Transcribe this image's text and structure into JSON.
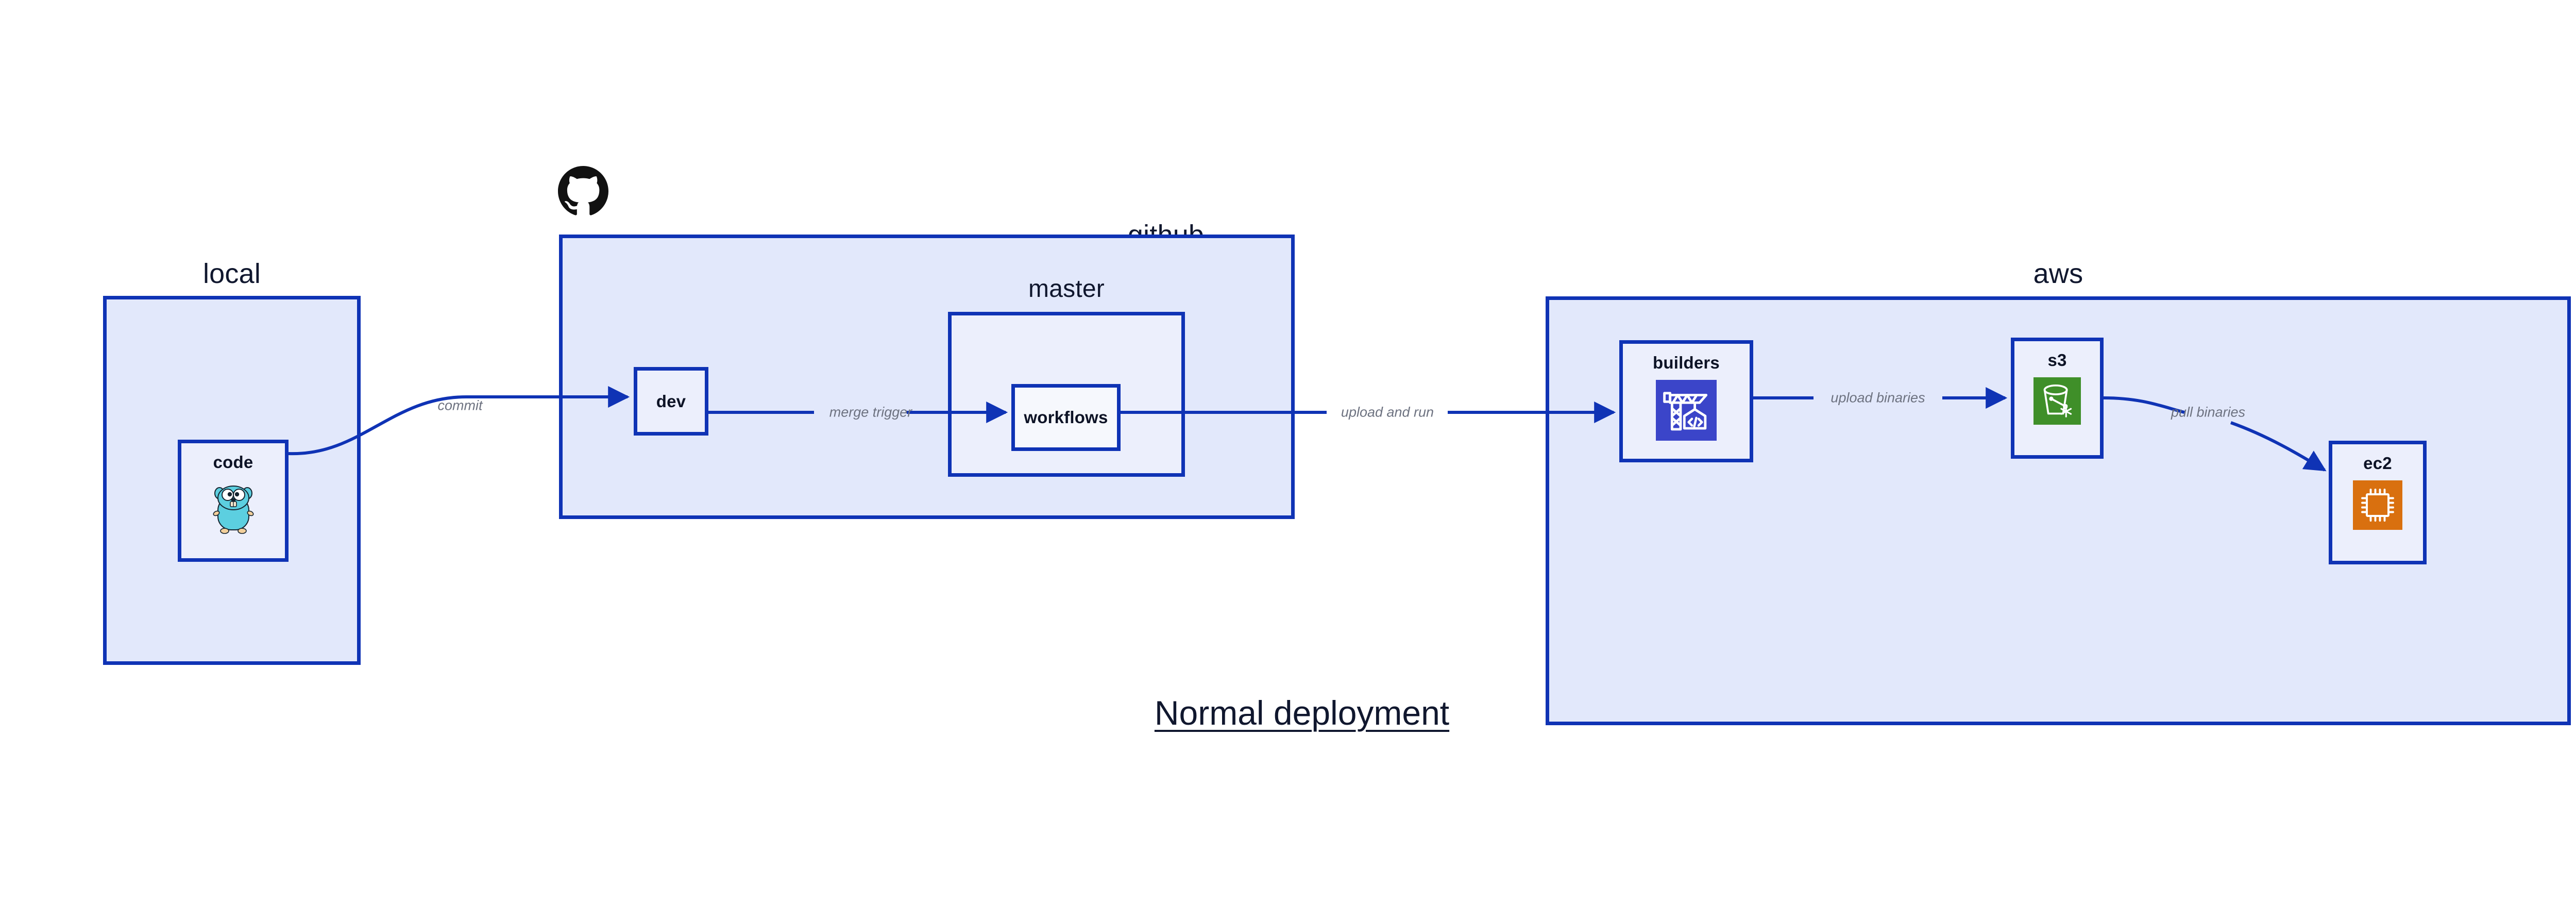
{
  "diagram": {
    "title": "Normal deployment",
    "colors": {
      "group_fill": "#e2e8fb",
      "node_fill": "#eceffc",
      "stroke": "#0f33b5",
      "text": "#10172e",
      "edge_label": "#6d7280",
      "builders_icon_bg": "#3b45c9",
      "s3_icon_bg": "#3f8f29",
      "ec2_icon_bg": "#d9700f",
      "gopher_body": "#5ccfe0",
      "github_logo": "#111111"
    }
  },
  "groups": {
    "local": {
      "label": "local"
    },
    "github": {
      "label": "github"
    },
    "master": {
      "label": "master"
    },
    "aws": {
      "label": "aws"
    }
  },
  "nodes": {
    "code": {
      "label": "code",
      "icon": "go-gopher-icon"
    },
    "dev": {
      "label": "dev"
    },
    "workflows": {
      "label": "workflows"
    },
    "builders": {
      "label": "builders",
      "icon": "crane-code-icon"
    },
    "s3": {
      "label": "s3",
      "icon": "s3-bucket-icon"
    },
    "ec2": {
      "label": "ec2",
      "icon": "cpu-chip-icon"
    }
  },
  "edges": [
    {
      "id": "code-to-dev",
      "label": "commit",
      "from": "code",
      "to": "dev"
    },
    {
      "id": "dev-to-workflows",
      "label": "merge trigger",
      "from": "dev",
      "to": "workflows"
    },
    {
      "id": "workflows-to-builders",
      "label": "upload and run",
      "from": "workflows",
      "to": "builders"
    },
    {
      "id": "builders-to-s3",
      "label": "upload binaries",
      "from": "builders",
      "to": "s3"
    },
    {
      "id": "s3-to-ec2",
      "label": "pull binaries",
      "from": "s3",
      "to": "ec2"
    }
  ],
  "logos": {
    "github": "github-octocat-icon"
  }
}
